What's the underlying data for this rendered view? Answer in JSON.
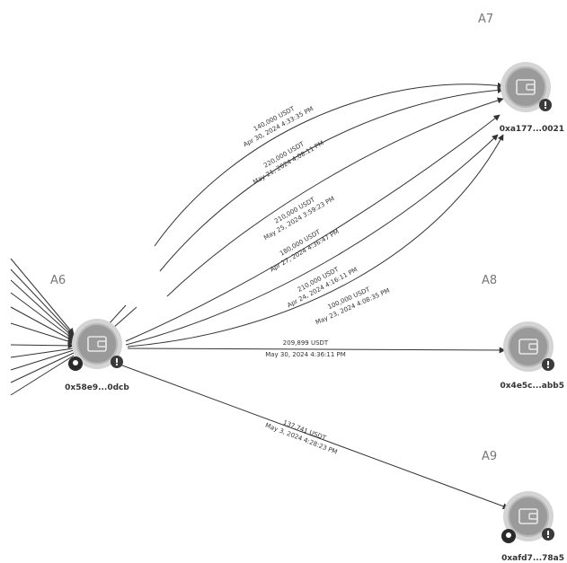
{
  "groups": [
    {
      "id": "A6",
      "label": "A6"
    },
    {
      "id": "A7",
      "label": "A7"
    },
    {
      "id": "A8",
      "label": "A8"
    },
    {
      "id": "A9",
      "label": "A9"
    }
  ],
  "nodes": [
    {
      "id": "src",
      "address": "0x58e9...0dcb",
      "icon": "wallet-icon",
      "badges": [
        "location-pin-icon",
        "alert-icon"
      ]
    },
    {
      "id": "a7",
      "address": "0xa177...0021",
      "icon": "wallet-icon",
      "badges": [
        "alert-icon"
      ]
    },
    {
      "id": "a8",
      "address": "0x4e5c...abb5",
      "icon": "wallet-icon",
      "badges": [
        "alert-icon"
      ]
    },
    {
      "id": "a9",
      "address": "0xafd7...78a5",
      "icon": "wallet-icon",
      "badges": [
        "location-pin-icon",
        "alert-icon"
      ]
    }
  ],
  "transfers": [
    {
      "from": "src",
      "to": "a7",
      "amount": "140,000 USDT",
      "datetime": "Apr 30, 2024 4:33:35 PM"
    },
    {
      "from": "src",
      "to": "a7",
      "amount": "220,000 USDT",
      "datetime": "May 21, 2024 4:08:11 PM"
    },
    {
      "from": "src",
      "to": "a7",
      "amount": "210,000 USDT",
      "datetime": "May 25, 2024 3:59:23 PM"
    },
    {
      "from": "src",
      "to": "a7",
      "amount": "180,000 USDT",
      "datetime": "Apr 27, 2024 4:36:47 PM"
    },
    {
      "from": "src",
      "to": "a7",
      "amount": "210,000 USDT",
      "datetime": "Apr 24, 2024 4:16:11 PM"
    },
    {
      "from": "src",
      "to": "a7",
      "amount": "100,000 USDT",
      "datetime": "May 23, 2024 4:08:35 PM"
    },
    {
      "from": "src",
      "to": "a8",
      "amount": "209,899 USDT",
      "datetime": "May 30, 2024 4:36:11 PM"
    },
    {
      "from": "src",
      "to": "a9",
      "amount": "137,741 USDT",
      "datetime": "May 3, 2024 4:28:23 PM"
    }
  ],
  "colors": {
    "node_fill": "#9a9a9a",
    "node_ring": "#c8c8c8",
    "edge": "#333333",
    "label": "#333333"
  }
}
